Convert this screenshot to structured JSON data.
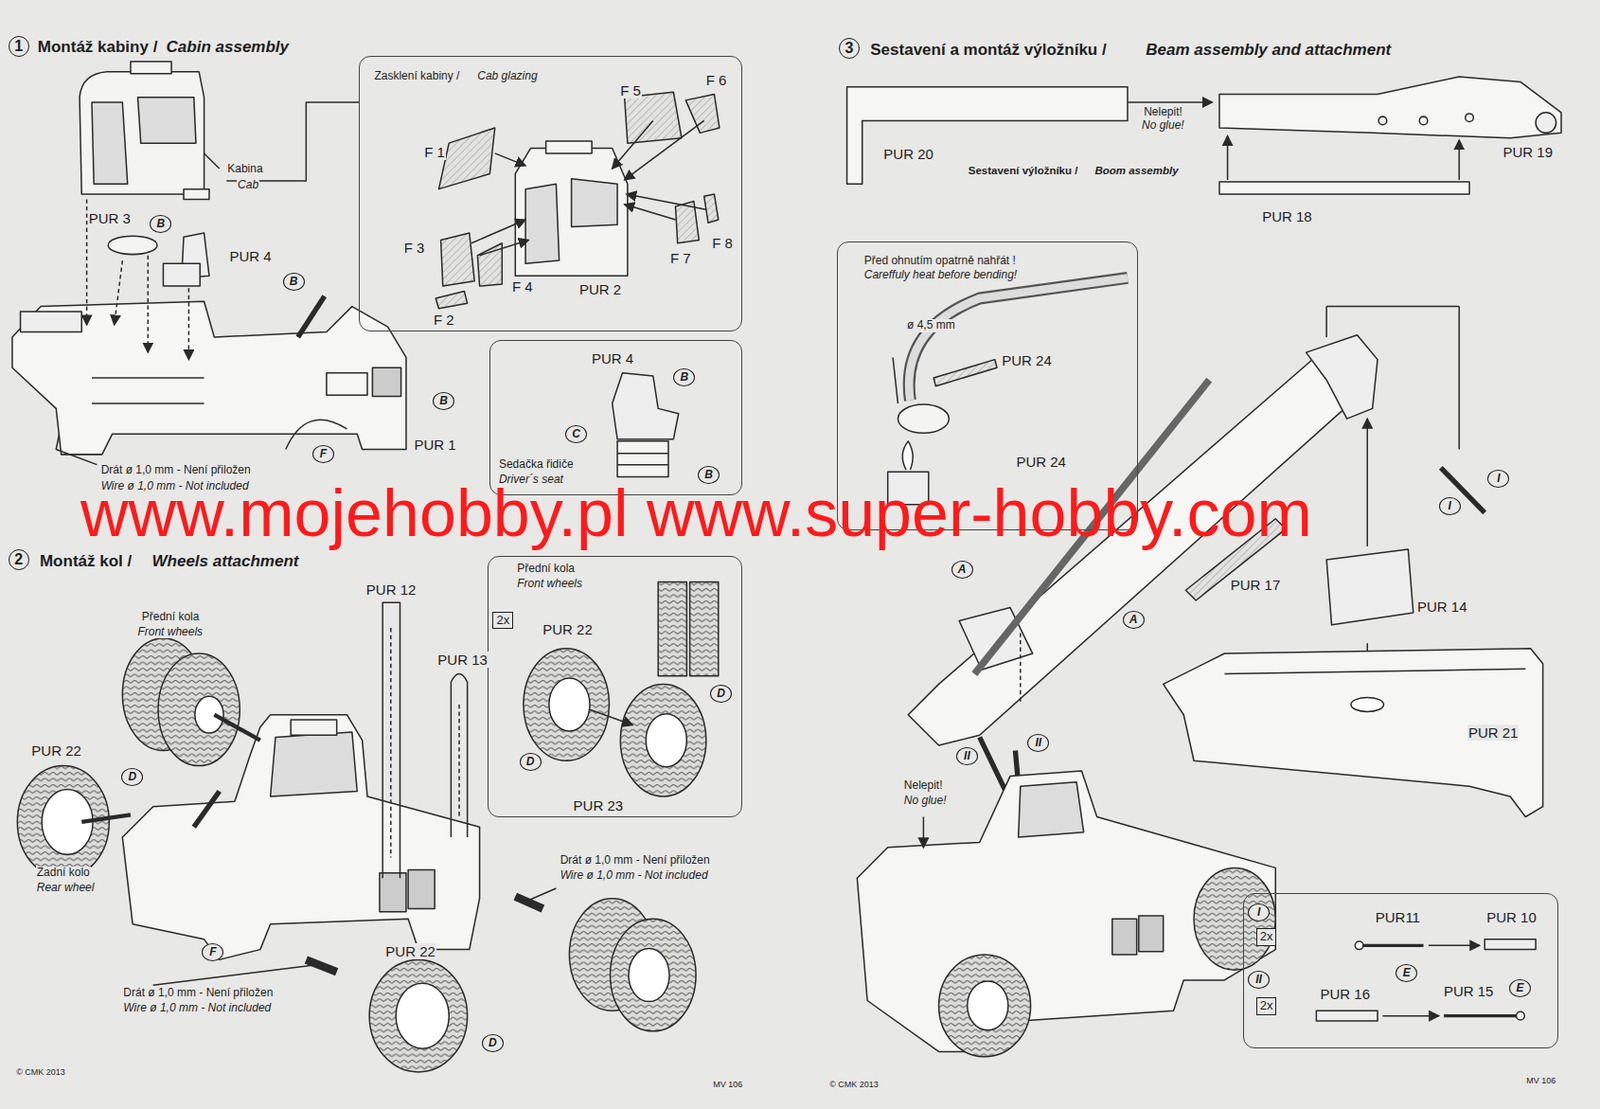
{
  "diagram": {
    "nodes": [
      {
        "text": [
          "Zasklení kabiny /",
          "Cab glazing",
          "F 1",
          "F 5",
          "F 6",
          "F 3",
          "F 4",
          "F 2",
          "PUR 2",
          "F 7",
          "F 8"
        ]
      },
      {
        "text": [
          "PUR 4",
          "B",
          "C",
          "B",
          "Sedačka řidiče",
          "Driver´s seat"
        ]
      },
      {
        "text": [
          "Přední kola",
          "Front wheels",
          "2x",
          "PUR 22",
          "D",
          "D",
          "PUR 23"
        ]
      },
      {
        "text": [
          "Před ohnutím opatrně nahřát !",
          "Careffuly heat before bending!",
          "ø 4,5 mm",
          "PUR 24"
        ]
      },
      {
        "text": [
          "I",
          "2x",
          "PUR11",
          "PUR 10",
          "E",
          "II",
          "2x",
          "PUR 16",
          "PUR 15",
          "E"
        ]
      }
    ],
    "labels": [
      "1",
      "Montáž kabiny /",
      "Cabin assembly",
      "Kabina",
      "Cab",
      "PUR 3",
      "B",
      "PUR 4",
      "B",
      "B",
      "PUR 1",
      "F",
      "Drát ø 1,0 mm - Není přiložen",
      "Wire ø 1,0 mm - Not included",
      "2",
      "Montáž kol /",
      "Wheels attachment",
      "Přední kola",
      "Front wheels",
      "PUR 12",
      "PUR 13",
      "PUR 22",
      "D",
      "Zadní kolo",
      "Rear wheel",
      "F",
      "Drát ø 1,0 mm - Není přiložen",
      "Wire ø 1,0 mm - Not included",
      "PUR 22",
      "D",
      "Drát ø 1,0 mm - Není přiložen",
      "Wire ø 1,0 mm - Not included",
      "© CMK 2013",
      "MV 106",
      "3",
      "Sestavení a montáž výložníku /",
      "Beam assembly and attachment",
      "PUR 20",
      "Nelepit!",
      "No glue!",
      "PUR 19",
      "Sestavení výložníku /",
      "Boom assembly",
      "PUR 18",
      "PUR 24",
      "A",
      "A",
      "PUR 17",
      "I",
      "I",
      "PUR 14",
      "PUR 21",
      "II",
      "II",
      "Nelepit!",
      "No glue!",
      "© CMK 2013",
      "MV 106",
      "www.mojehobby.pl www.super-hobby.com"
    ]
  }
}
